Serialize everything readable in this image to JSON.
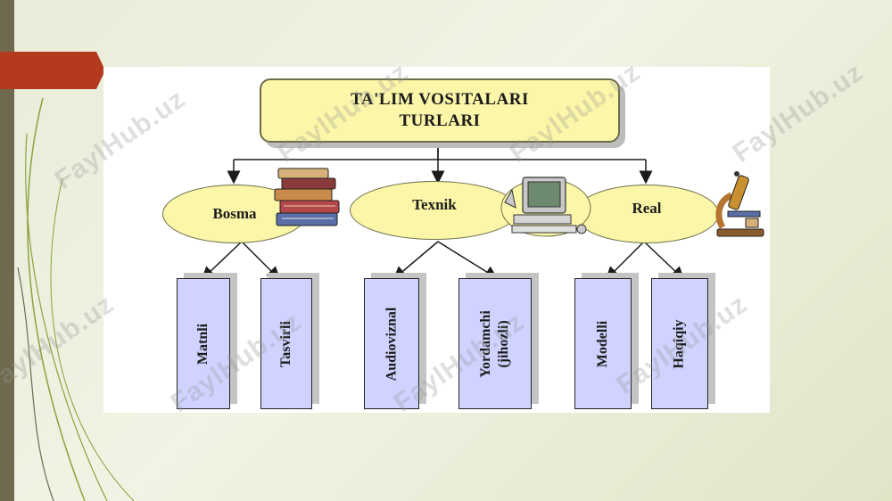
{
  "diagram": {
    "title": "TA'LIM VOSITALARI\nTURLARI",
    "categories": [
      {
        "label": "Bosma",
        "icon": "books-icon",
        "children": [
          "Matnli",
          "Tasvirli"
        ]
      },
      {
        "label": "Texnik",
        "icon": "computer-icon",
        "children": [
          "Audioviznal",
          "Yordamchi\n(jihozli)"
        ]
      },
      {
        "label": "Real",
        "icon": "microscope-icon",
        "children": [
          "Modelli",
          "Haqiqiy"
        ]
      }
    ]
  },
  "watermark": {
    "text": "FaylHub.uz"
  },
  "colors": {
    "box_fill": "#fbf6a8",
    "leaf_fill": "#d0d3ff",
    "accent_red": "#b33a1f",
    "side_bar": "#6f6a4e"
  }
}
